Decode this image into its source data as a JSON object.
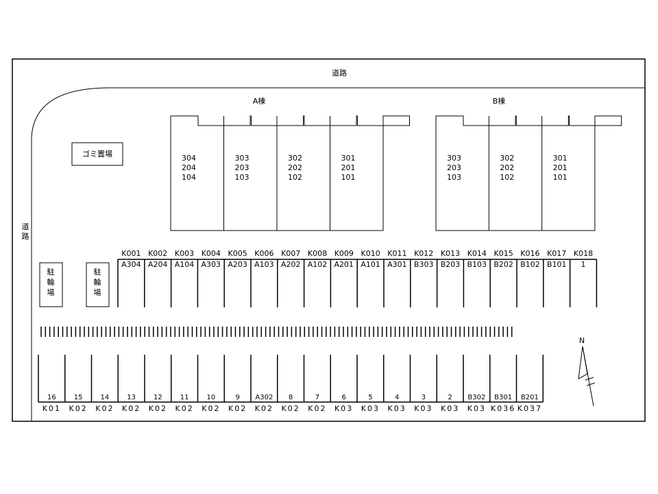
{
  "labels": {
    "road_top": "道路",
    "road_left_1": "道",
    "road_left_2": "路",
    "garbage": "ゴミ置場",
    "building_a": "A棟",
    "building_b": "B棟",
    "bike_1": "駐",
    "bike_2": "輪",
    "bike_3": "場",
    "north": "N"
  },
  "building_a_units": [
    [
      "304",
      "204",
      "104"
    ],
    [
      "303",
      "203",
      "103"
    ],
    [
      "302",
      "202",
      "102"
    ],
    [
      "301",
      "201",
      "101"
    ]
  ],
  "building_b_units": [
    [
      "303",
      "203",
      "103"
    ],
    [
      "302",
      "202",
      "102"
    ],
    [
      "301",
      "201",
      "101"
    ]
  ],
  "upper_spaces": [
    {
      "code": "K001",
      "label": "A304"
    },
    {
      "code": "K002",
      "label": "A204"
    },
    {
      "code": "K003",
      "label": "A104"
    },
    {
      "code": "K004",
      "label": "A303"
    },
    {
      "code": "K005",
      "label": "A203"
    },
    {
      "code": "K006",
      "label": "A103"
    },
    {
      "code": "K007",
      "label": "A202"
    },
    {
      "code": "K008",
      "label": "A102"
    },
    {
      "code": "K009",
      "label": "A201"
    },
    {
      "code": "K010",
      "label": "A101"
    },
    {
      "code": "K011",
      "label": "A301"
    },
    {
      "code": "K012",
      "label": "B303"
    },
    {
      "code": "K013",
      "label": "B203"
    },
    {
      "code": "K014",
      "label": "B103"
    },
    {
      "code": "K015",
      "label": "B202"
    },
    {
      "code": "K016",
      "label": "B102"
    },
    {
      "code": "K017",
      "label": "B101"
    },
    {
      "code": "K018",
      "label": "1"
    }
  ],
  "lower_space_labels": [
    "16",
    "15",
    "14",
    "13",
    "12",
    "11",
    "10",
    "9",
    "A302",
    "8",
    "7",
    "6",
    "5",
    "4",
    "3",
    "2",
    "B302",
    "B301",
    "B201"
  ],
  "lower_codes": [
    "K01",
    "K02",
    "K02",
    "K02",
    "K02",
    "K02",
    "K02",
    "K02",
    "K02",
    "K02",
    "K02",
    "K03",
    "K03",
    "K03",
    "K03",
    "K03",
    "K03",
    "K036",
    "K037"
  ]
}
